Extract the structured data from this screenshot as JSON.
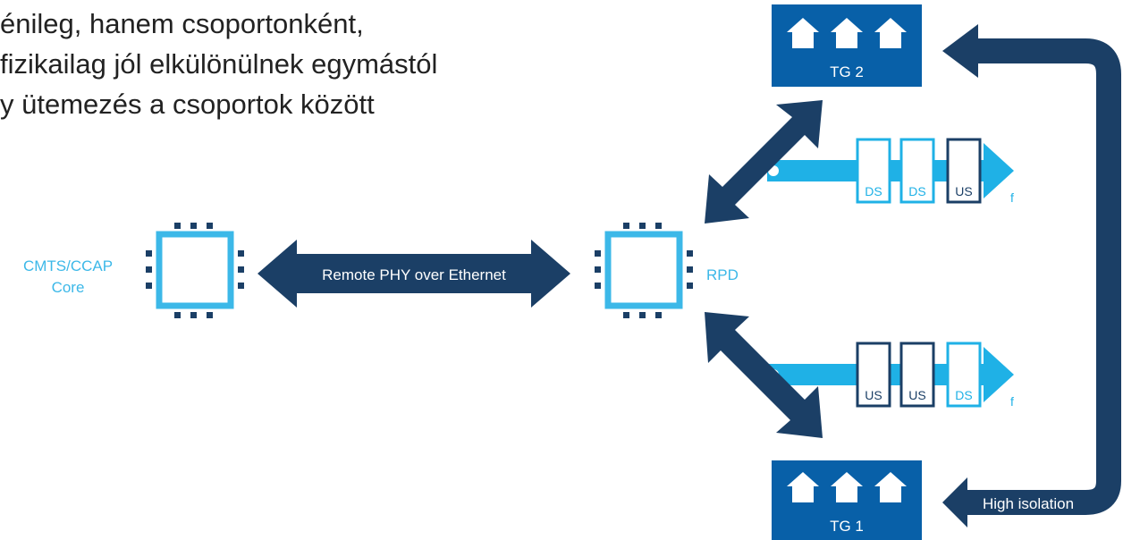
{
  "text_lines": [
    "énileg, hanem csoportonként,",
    "fizikailag jól elkülönülnek egymástól",
    "y ütemezés a csoportok között"
  ],
  "core_label": {
    "line1": "CMTS/CCAP",
    "line2": "Core"
  },
  "link_label": "Remote PHY over Ethernet",
  "rpd_label": "RPD",
  "tg_top_label": "TG 2",
  "tg_bottom_label": "TG 1",
  "isolation_label": "High isolation",
  "upper_channels": [
    "DS",
    "DS",
    "US"
  ],
  "lower_channels": [
    "US",
    "US",
    "DS"
  ],
  "freq_label": "f",
  "colors": {
    "navy": "#1b3f66",
    "blue": "#0860a8",
    "light_blue": "#1fb1e6",
    "chip_blue": "#3cb8e8",
    "dark_square": "#1b3f66",
    "text": "#222222"
  }
}
